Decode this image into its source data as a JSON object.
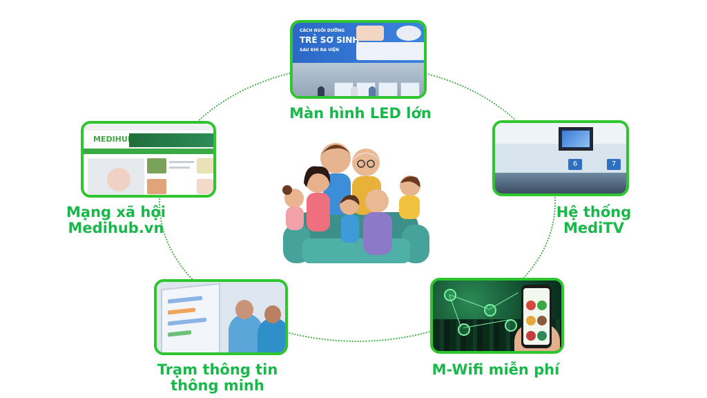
{
  "diagram": {
    "nodes": [
      {
        "id": "led",
        "lines": [
          "Màn hình LED lớn"
        ]
      },
      {
        "id": "social",
        "lines": [
          "Mạng xã hội",
          "Medihub.vn"
        ]
      },
      {
        "id": "meditv",
        "lines": [
          "Hệ thống",
          "MediTV"
        ]
      },
      {
        "id": "kiosk",
        "lines": [
          "Trạm thông tin",
          "thông minh"
        ]
      },
      {
        "id": "wifi",
        "lines": [
          "M-Wifi miễn phí"
        ]
      }
    ],
    "center": {
      "icon": "family-on-sofa-illustration"
    }
  },
  "screens": {
    "led_banner": {
      "line1": "CÁCH NUÔI DƯỠNG",
      "line2": "TRẺ SƠ SINH",
      "line3": "SAU KHI RA VIỆN"
    },
    "medihub_logo": "MEDIHUB",
    "meditv_counters": [
      "6",
      "7"
    ]
  },
  "colors": {
    "accent": "#2ec52e",
    "label": "#19b84a",
    "ring": "#47b04b"
  }
}
